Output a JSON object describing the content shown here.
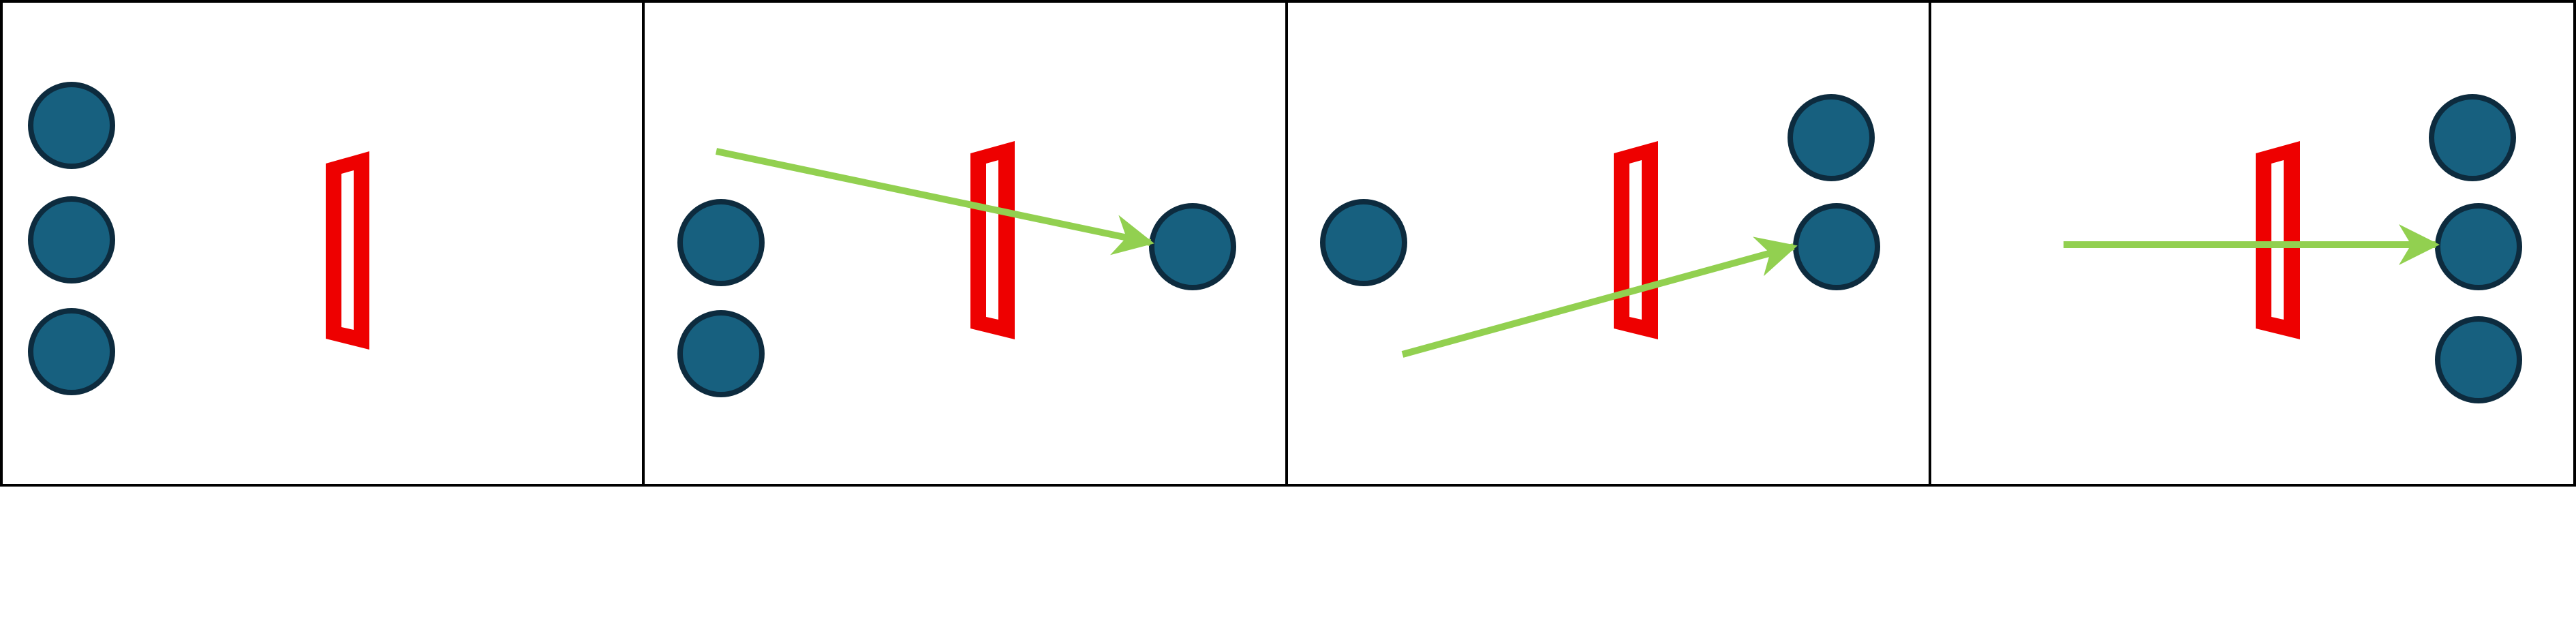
{
  "diagram": {
    "panel_count": 4,
    "colors": {
      "panel_border": "#000000",
      "ball_fill": "#17607f",
      "ball_stroke": "#0d2b3e",
      "lens": "#ee0000",
      "arrow": "#92d050",
      "background": "#ffffff"
    },
    "panels": [
      {
        "name": "panel-1",
        "arrow": false,
        "description_order": 1
      },
      {
        "name": "panel-2",
        "arrow": true,
        "description_order": 2
      },
      {
        "name": "panel-3",
        "arrow": true,
        "description_order": 3
      },
      {
        "name": "panel-4",
        "arrow": true,
        "description_order": 4
      }
    ]
  }
}
